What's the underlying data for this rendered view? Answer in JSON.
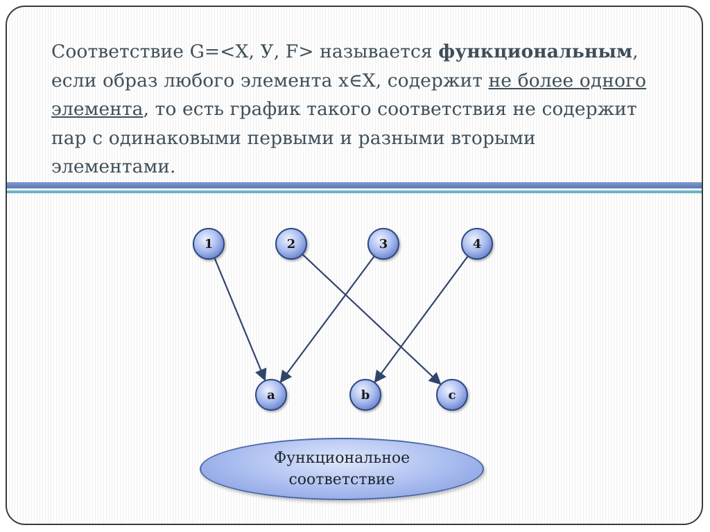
{
  "definition": {
    "part1": "Соответствие G=<X, У, F> называется ",
    "bold": "функциональным",
    "part2": ", если образ любого элемента x∈X, содержит ",
    "underlined": "не более одного элемента",
    "part3": ", то есть график такого соответствия не содержит пар с одинаковыми первыми и разными вторыми элементами."
  },
  "diagram": {
    "domain_nodes": [
      {
        "id": "n1",
        "label": "1"
      },
      {
        "id": "n2",
        "label": "2"
      },
      {
        "id": "n3",
        "label": "3"
      },
      {
        "id": "n4",
        "label": "4"
      }
    ],
    "codomain_nodes": [
      {
        "id": "na",
        "label": "a"
      },
      {
        "id": "nb",
        "label": "b"
      },
      {
        "id": "nc",
        "label": "c"
      }
    ],
    "edges": [
      {
        "from": "1",
        "to": "a"
      },
      {
        "from": "2",
        "to": "c"
      },
      {
        "from": "3",
        "to": "a"
      },
      {
        "from": "4",
        "to": "b"
      }
    ],
    "caption": "Функциональное\nсоответствие"
  },
  "colors": {
    "text": "#3f4e58",
    "node_fill": "#a9bcef",
    "node_stroke": "#2e4a82",
    "edge": "#31456b",
    "divider_blue": "#5b78b6",
    "divider_teal": "#68b4c9"
  }
}
